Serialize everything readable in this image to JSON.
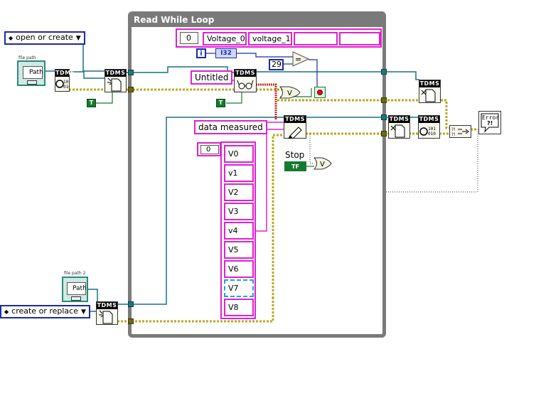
{
  "loop": {
    "title": "Read While Loop"
  },
  "rings": {
    "open_mode": "open or create",
    "create_mode": "create or replace"
  },
  "file_path_1": {
    "label": "file path",
    "value": "Path"
  },
  "file_path_2": {
    "label": "file path 2",
    "value": "Path"
  },
  "tdms_label": "TDMS",
  "array_index_1": "0",
  "channel_names": [
    "Voltage_0",
    "voltage_1",
    "",
    ""
  ],
  "iteration_terminal": "i",
  "convert_type": "I32",
  "compare_constant": "29",
  "group_untitled": "Untitled",
  "group_data_measured": "data measured",
  "true_constant_1": "T",
  "true_constant_2": "T",
  "stop": {
    "label": "Stop",
    "value": "TF"
  },
  "array_index_2": "0",
  "channels": [
    "V0",
    "v1",
    "V2",
    "V3",
    "v4",
    "V5",
    "V6",
    "V7",
    "V8"
  ],
  "error_handler": "Error",
  "colors": {
    "loop_frame": "#7a7a7a",
    "wire_blue": "#1a6f8a",
    "wire_pink": "#e020d0",
    "wire_error": "#b8a820",
    "ring_blue": "#1a2aa8",
    "bool_green": "#167a30"
  }
}
